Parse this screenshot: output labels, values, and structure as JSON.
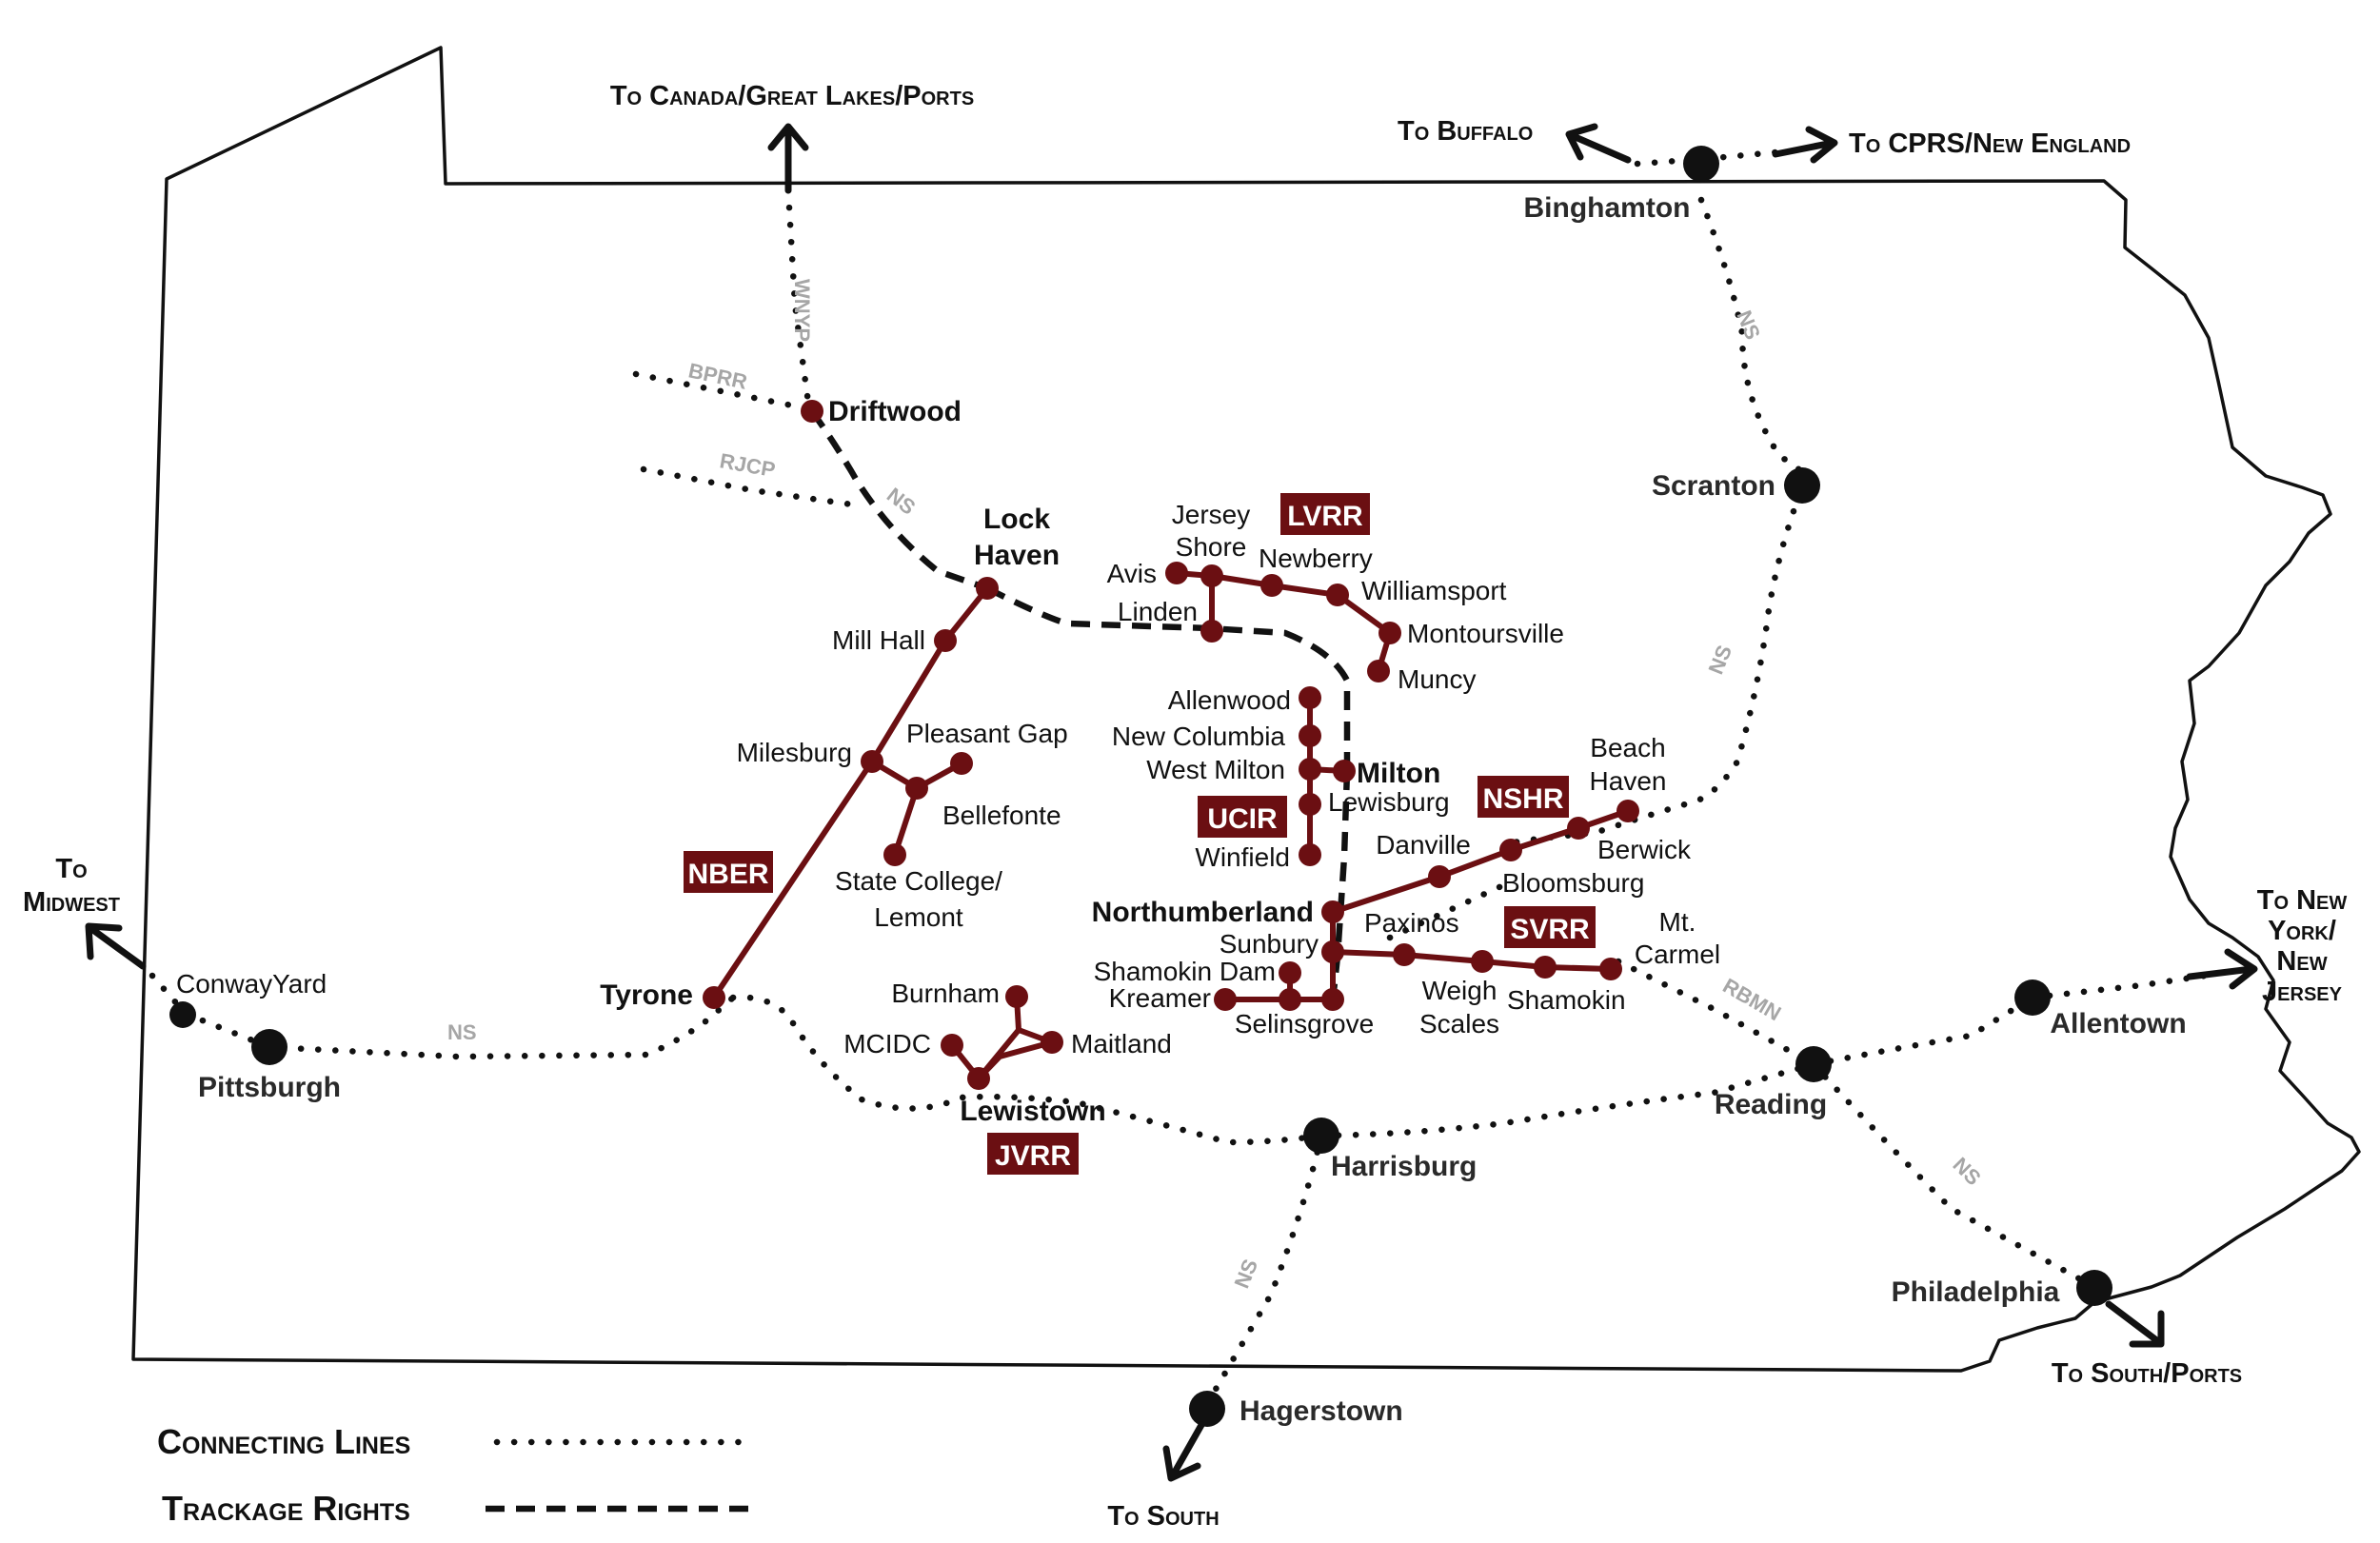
{
  "directions": {
    "canada": "To Canada/Great Lakes/Ports",
    "buffalo": "To Buffalo",
    "cprs": "To CPRS/New England",
    "midwest_1": "To",
    "midwest_2": "Midwest",
    "ny_1": "To New",
    "ny_2": "York/",
    "ny_3": "New",
    "ny_4": "Jersey",
    "south_ports": "To South/Ports",
    "south": "To South"
  },
  "connecting_cities": {
    "binghamton": "Binghamton",
    "scranton": "Scranton",
    "conway_yard": "ConwayYard",
    "pittsburgh": "Pittsburgh",
    "harrisburg": "Harrisburg",
    "reading": "Reading",
    "allentown": "Allentown",
    "philadelphia": "Philadelphia",
    "hagerstown": "Hagerstown"
  },
  "railroads": {
    "wnyp": "WNYP",
    "bprr": "BPRR",
    "rjcp": "RJCP",
    "ns": "NS",
    "rbmn": "RBMN"
  },
  "shortlines": {
    "lvrr": "LVRR",
    "nber": "NBER",
    "ucir": "UCIR",
    "nshr": "NSHR",
    "svrr": "SVRR",
    "jvrr": "JVRR"
  },
  "towns": {
    "driftwood": "Driftwood",
    "lock_haven_1": "Lock",
    "lock_haven_2": "Haven",
    "mill_hall": "Mill Hall",
    "milesburg": "Milesburg",
    "pleasant_gap": "Pleasant Gap",
    "bellefonte": "Bellefonte",
    "state_college_1": "State College/",
    "state_college_2": "Lemont",
    "tyrone": "Tyrone",
    "jersey_shore_1": "Jersey",
    "jersey_shore_2": "Shore",
    "avis": "Avis",
    "linden": "Linden",
    "newberry": "Newberry",
    "williamsport": "Williamsport",
    "montoursville": "Montoursville",
    "muncy": "Muncy",
    "allenwood": "Allenwood",
    "new_columbia": "New Columbia",
    "west_milton": "West Milton",
    "milton": "Milton",
    "lewisburg": "Lewisburg",
    "winfield": "Winfield",
    "beach_haven_1": "Beach",
    "beach_haven_2": "Haven",
    "danville": "Danville",
    "berwick": "Berwick",
    "bloomsburg": "Bloomsburg",
    "northumberland": "Northumberland",
    "paxinos": "Paxinos",
    "sunbury": "Sunbury",
    "mt_carmel_1": "Mt.",
    "mt_carmel_2": "Carmel",
    "shamokin_dam": "Shamokin Dam",
    "kreamer": "Kreamer",
    "selinsgrove": "Selinsgrove",
    "weigh_scales_1": "Weigh",
    "weigh_scales_2": "Scales",
    "shamokin": "Shamokin",
    "burnham": "Burnham",
    "mcidc": "MCIDC",
    "maitland": "Maitland",
    "lewistown": "Lewistown"
  },
  "legend": {
    "connecting": "Connecting Lines",
    "trackage": "Trackage Rights"
  }
}
